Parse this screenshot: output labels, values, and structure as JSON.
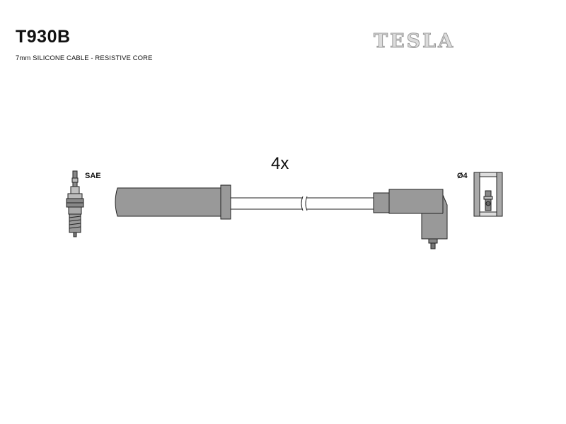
{
  "header": {
    "part_code": "T930B",
    "cable_spec": "7mm SILICONE CABLE - RESISTIVE CORE",
    "brand": "TESLA"
  },
  "diagram": {
    "quantity_label": "4x",
    "plug_label": "SAE",
    "terminal_label": "Ø4"
  },
  "colors": {
    "boot_fill": "#999999",
    "line": "#222222",
    "brand_fill": "#dcdcdc"
  }
}
